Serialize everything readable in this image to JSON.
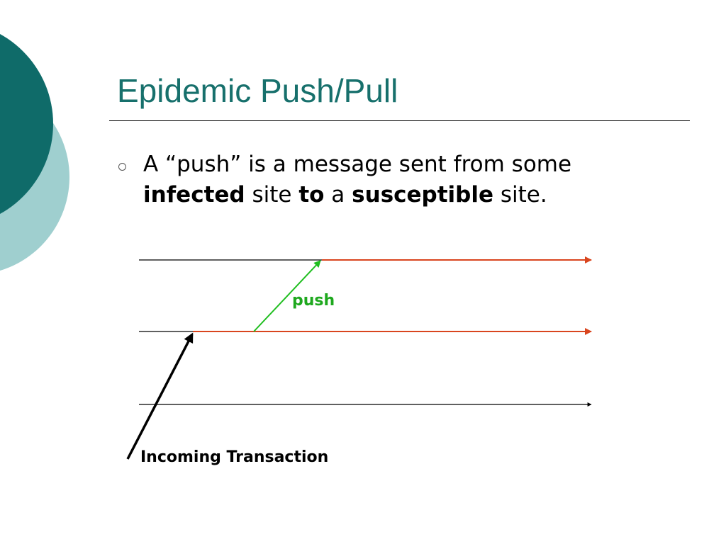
{
  "slide": {
    "title": "Epidemic Push/Pull",
    "bullet": {
      "parts": [
        "A “push” is a message sent from some ",
        "infected",
        " site ",
        "to",
        " a ",
        "susceptible",
        " site."
      ]
    }
  },
  "diagram": {
    "push_label": "push",
    "incoming_label": "Incoming Transaction"
  },
  "colors": {
    "title": "#17706c",
    "theme_dark": "#0f6b69",
    "theme_light": "#9fcfcf",
    "infected_line": "#d9451e",
    "push_arrow": "#1fbe1f",
    "push_label": "#1ea81e",
    "site_line": "#000000"
  }
}
